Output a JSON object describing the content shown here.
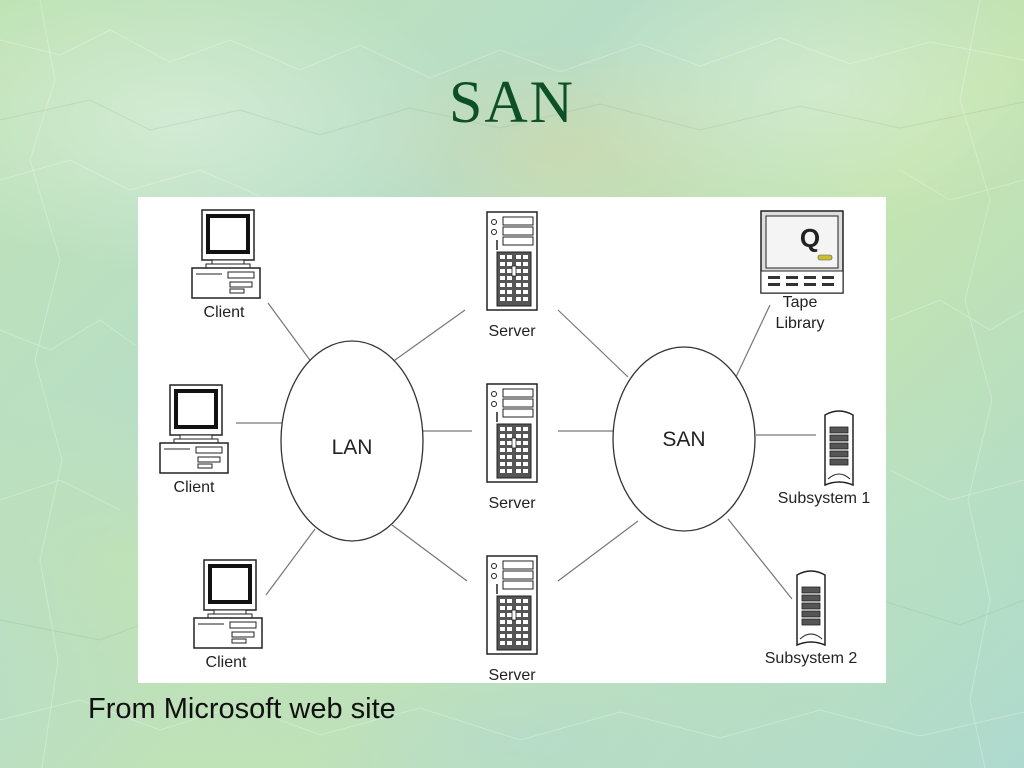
{
  "slide": {
    "title": "SAN",
    "caption": "From Microsoft web site"
  },
  "diagram": {
    "lan_label": "LAN",
    "san_label": "SAN",
    "clients": [
      {
        "label": "Client"
      },
      {
        "label": "Client"
      },
      {
        "label": "Client"
      }
    ],
    "servers": [
      {
        "label": "Server"
      },
      {
        "label": "Server"
      },
      {
        "label": "Server"
      }
    ],
    "tape_library": {
      "line1": "Tape",
      "line2": "Library",
      "logo": "Q"
    },
    "subsystems": [
      {
        "label": "Subsystem 1"
      },
      {
        "label": "Subsystem 2"
      }
    ]
  },
  "colors": {
    "title": "#0d4f26",
    "background": "#bfe3b4",
    "tape_accent": "#c8c030"
  }
}
